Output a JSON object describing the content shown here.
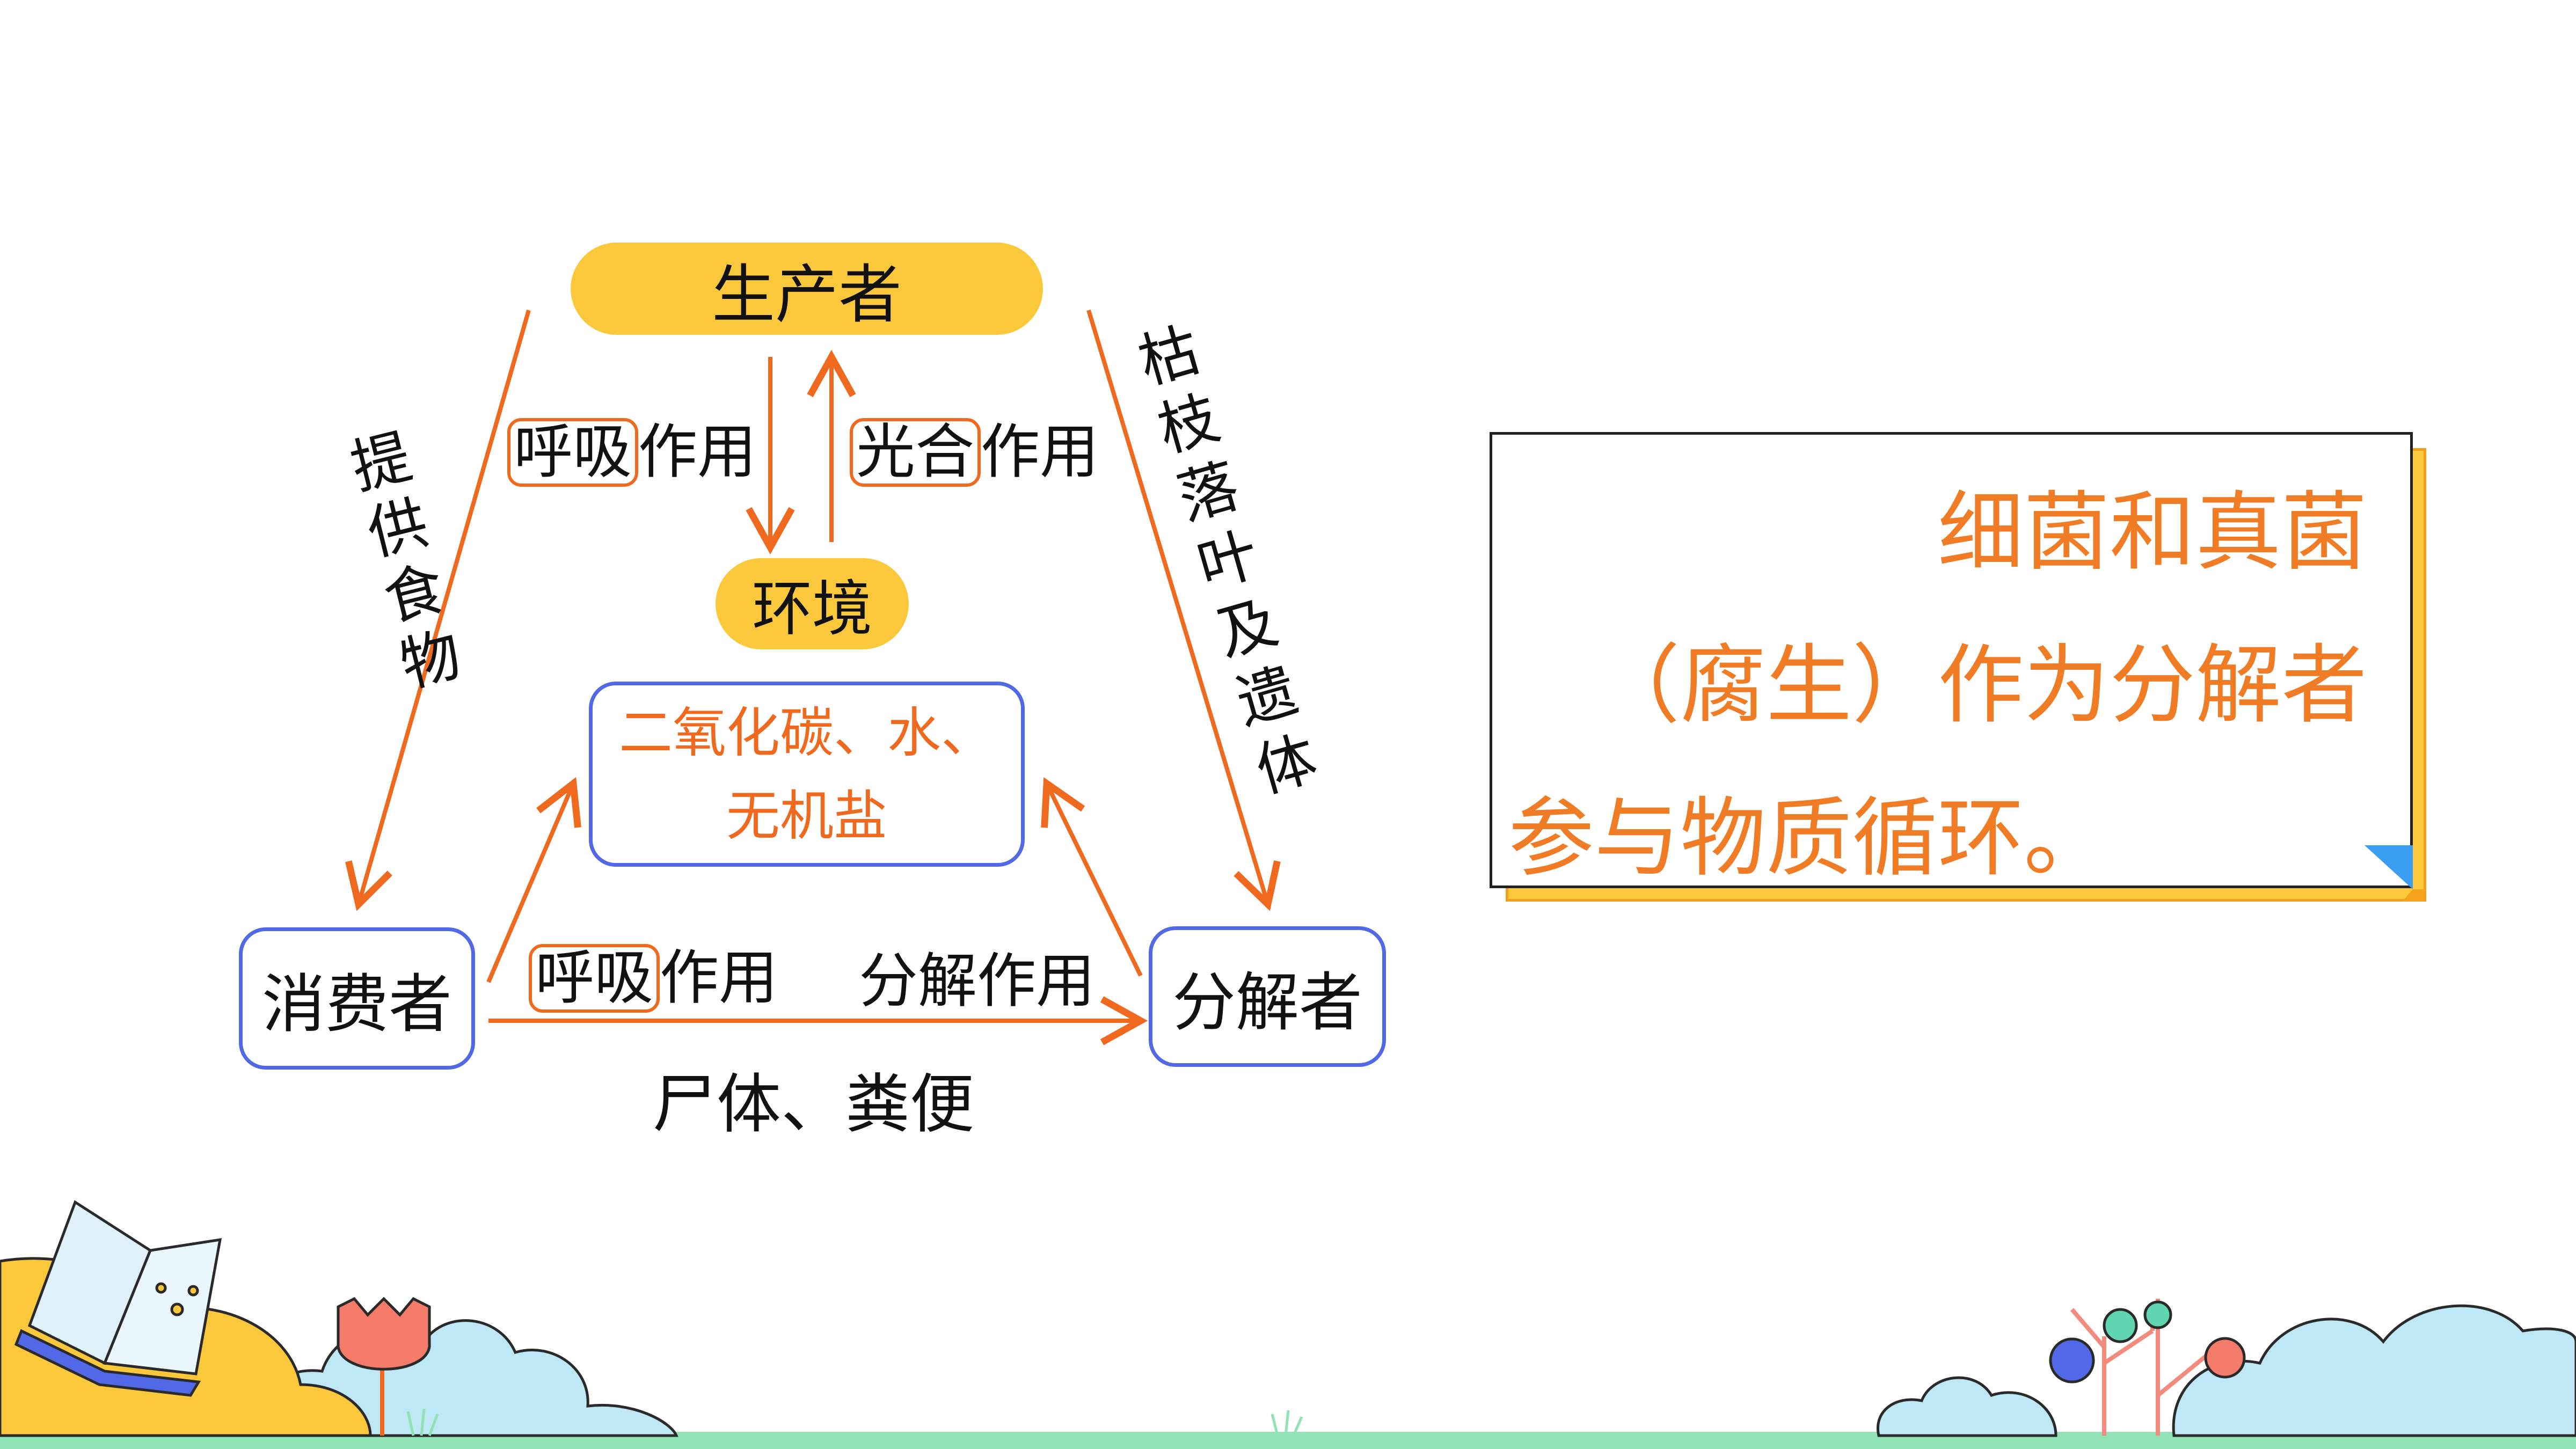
{
  "nodes": {
    "producer": "生产者",
    "environment": "环境",
    "consumer": "消费者",
    "decomposer": "分解者",
    "substances_line1": "二氧化碳、水、",
    "substances_line2": "无机盐"
  },
  "labels": {
    "respiration_boxed": "呼吸",
    "action": "作用",
    "photosynthesis_boxed": "光合",
    "provide_food": [
      "提",
      "供",
      "食",
      "物"
    ],
    "litter": [
      "枯",
      "枝",
      "落",
      "叶",
      "及",
      "遗",
      "体"
    ],
    "consumer_respiration_boxed": "呼吸",
    "decomposition": "分解作用",
    "corpse": "尸体、粪便"
  },
  "note": {
    "line1": "细菌和真菌",
    "line2": "（腐生）作为分解者",
    "line3": "参与物质循环。"
  },
  "colors": {
    "arrow": "#ef6a1f",
    "yellow": "#fbc83b",
    "blue": "#5169e6",
    "note_text": "#f07c25"
  }
}
